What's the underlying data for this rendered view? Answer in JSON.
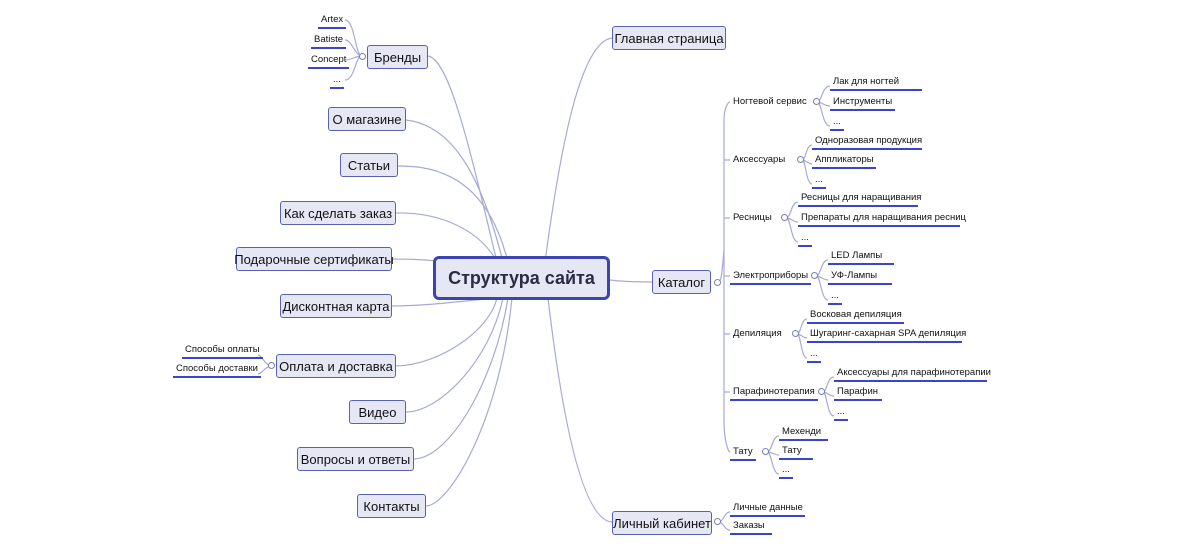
{
  "root": "Структура сайта",
  "left": {
    "brands": {
      "label": "Бренды",
      "children": [
        "Artex",
        "Batiste",
        "Concept",
        "..."
      ]
    },
    "about": "О магазине",
    "articles": "Статьи",
    "how_to_order": "Как сделать заказ",
    "gift": "Подарочные сертификаты",
    "discount": "Дисконтная карта",
    "payment": {
      "label": "Оплата и доставка",
      "children": [
        "Способы оплаты",
        "Способы доставки"
      ]
    },
    "video": "Видео",
    "faq": "Вопросы и ответы",
    "contacts": "Контакты"
  },
  "right": {
    "home": "Главная страница",
    "catalog": {
      "label": "Каталог",
      "groups": [
        {
          "label": "Ногтевой сервис",
          "children": [
            "Лак для ногтей",
            "Инструменты",
            "..."
          ]
        },
        {
          "label": "Аксессуары",
          "children": [
            "Одноразовая продукция",
            "Аппликаторы",
            "..."
          ]
        },
        {
          "label": "Ресницы",
          "children": [
            "Ресницы для наращивания",
            "Препараты для наращивания ресниц",
            "..."
          ]
        },
        {
          "label": "Электроприборы",
          "children": [
            "LED Лампы",
            "УФ-Лампы",
            "..."
          ]
        },
        {
          "label": "Депиляция",
          "children": [
            "Восковая депиляция",
            "Шугаринг-сахарная SPA депиляция",
            "..."
          ]
        },
        {
          "label": "Парафинотерапия",
          "children": [
            "Аксессуары для парафинотерапии",
            "Парафин",
            "..."
          ]
        },
        {
          "label": "Тату",
          "children": [
            "Мехенди",
            "Тату",
            "..."
          ]
        }
      ]
    },
    "account": {
      "label": "Личный кабинет",
      "children": [
        "Личные данные",
        "Заказы"
      ]
    }
  },
  "colors": {
    "node_fill": "#e6e7f4",
    "node_border": "#5a62b0",
    "root_border": "#3c44b0",
    "leaf_line": "#3c44cc",
    "link": "#a7aad6"
  }
}
